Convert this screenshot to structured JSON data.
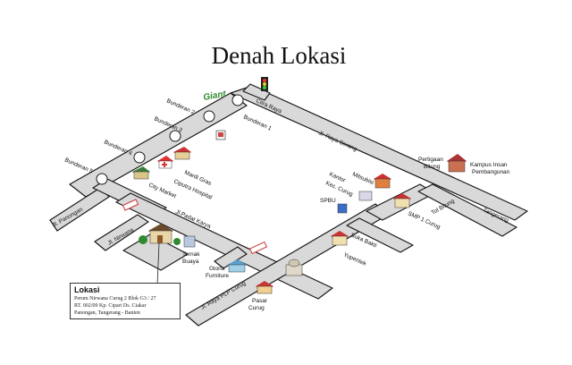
{
  "title": "Denah Lokasi",
  "roads": {
    "citra_raya": "Citra Raya",
    "jl_raya_serang": "Jl. Raya Serang",
    "bunderan_1": "Bunderan 1",
    "bunderan_2": "Bunderan 2",
    "bunderan_3": "Bunderan 3",
    "bunderan_4": "Bunderan 4",
    "bunderan_5": "Bunderan 5",
    "jl_panongan": "Jl. Panongan",
    "jl_nirwana": "Jl. Nirwana",
    "jl_padat_karya": "Jl.Padat Karya",
    "jl_raya_plp_curug": "Jl. Raya PLP Curug",
    "suka_bakti": "Suka Bakti",
    "tol_bitung": "Tol Bitung",
    "tangerang": "Tangerang"
  },
  "places": {
    "giant": "Giant",
    "mardi_gras": "Mardi Gras",
    "ciputra_hospital": "Ciputra Hospital",
    "city_market": "City Market",
    "ternak_buaya_1": "Ternak",
    "ternak_buaya_2": "Buaya",
    "gloria_1": "Gloria",
    "gloria_2": "Furniture",
    "pasar_1": "Pasar",
    "pasar_2": "Curug",
    "mitsubisi": "Mitsubisi",
    "kantor_1": "Kantor",
    "kantor_2": "Kec. Curug",
    "spbu": "SPBU",
    "pertigaan_1": "Pertigaan",
    "pertigaan_2": "Bitung",
    "kampus_1": "Kampus Insan",
    "kampus_2": "Pembangunan",
    "smp": "SMP 1 Curug",
    "yupentek": "Yupentek"
  },
  "location": {
    "heading": "Lokasi",
    "line1": "Perum Nirwana Curug 2 Blok G3 / 27",
    "line2": "RT. 002/09 Kp. Cipari Ds. Ciakar",
    "line3": "Panongan, Tangerang - Banten"
  },
  "colors": {
    "road_fill": "#d9d9d9",
    "road_edge": "#1a1a1a",
    "giant_green": "#2e8b2e",
    "traffic_light": "#e0d020"
  }
}
